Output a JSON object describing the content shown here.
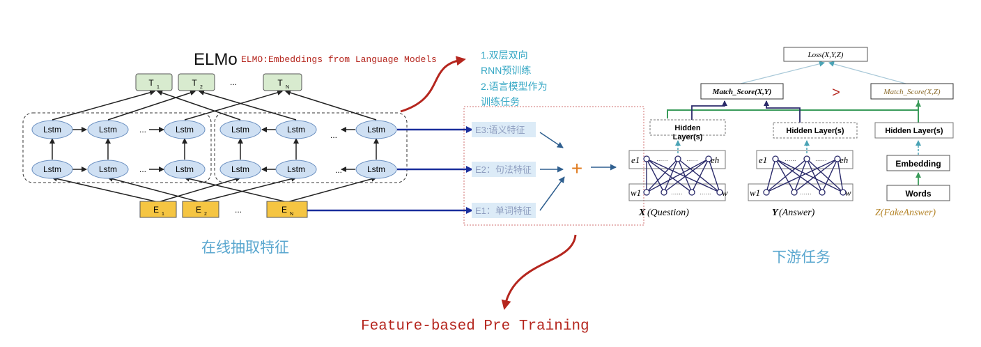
{
  "elmo": {
    "title": "ELMo",
    "subtitle": "ELMO:Embeddings from Language Models",
    "outputs": [
      "T1",
      "T2",
      "TN"
    ],
    "output_subs": [
      "1",
      "2",
      "N"
    ],
    "output_base": "T",
    "inputs_base": "E",
    "input_subs": [
      "1",
      "2",
      "N"
    ],
    "cell_label": "Lstm",
    "ellipsis": "...",
    "caption": "在线抽取特征"
  },
  "notes": {
    "line1": "1.双层双向",
    "line2": "RNN预训练",
    "line3": "2.语言模型作为",
    "line4": "训练任务"
  },
  "features": {
    "e3": "E3:语义特征",
    "e2": "E2：句法特征",
    "e1": "E1：单词特征",
    "plus": "+"
  },
  "footer": {
    "title": "Feature-based Pre Training"
  },
  "downstream": {
    "loss": "Loss(X,Y,Z)",
    "match_xy": "Match_Score(X,Y)",
    "match_xz": "Match_Score(X,Z)",
    "gt": ">",
    "hidden_1": "Hidden",
    "hidden_1b": "Layer(s)",
    "hidden_2": "Hidden Layer(s)",
    "hidden_3": "Hidden Layer(s)",
    "embedding": "Embedding",
    "words": "Words",
    "e1": "e1",
    "eh": "eh",
    "w1": "w1",
    "w": "w",
    "dots": "......",
    "x_label_bold": "X",
    "x_label_rest": "(Question)",
    "y_label_bold": "Y",
    "y_label_rest": "(Answer)",
    "z_label": "Z(FakeAnswer)",
    "caption": "下游任务"
  },
  "colors": {
    "lstm_fill": "#cfe0f3",
    "lstm_stroke": "#6a8fc0",
    "out_fill": "#d8ebcf",
    "in_fill": "#f5c542",
    "blue_arrow": "#1a2e9c",
    "red": "#b5261e",
    "note": "#35a7c4",
    "caption": "#5aa7cf",
    "feat_fill": "#dcebf7",
    "plus": "#e07d22",
    "dash_teal": "#4aa3b5",
    "green": "#3a9b5a",
    "orange_label": "#b5852a"
  }
}
